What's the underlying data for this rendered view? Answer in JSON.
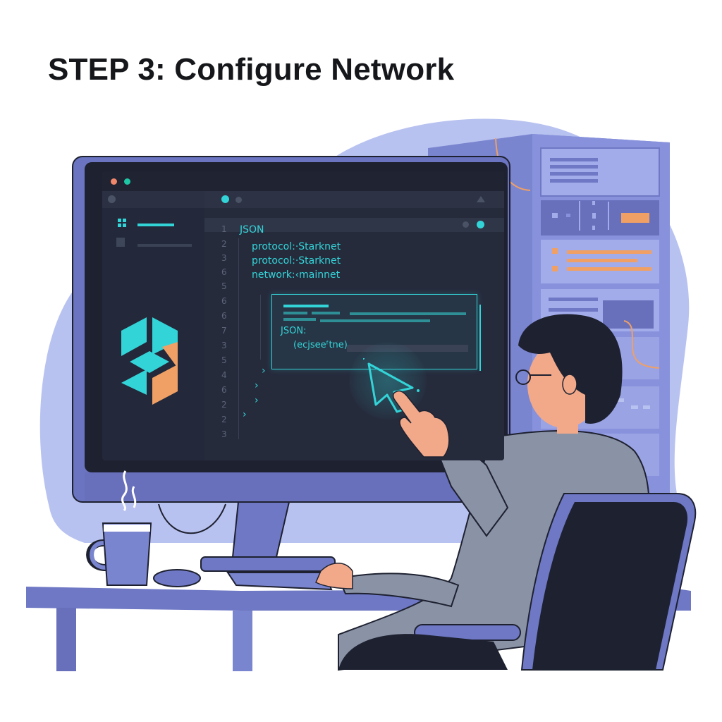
{
  "title": "STEP 3: Configure Network",
  "colors": {
    "accent_cyan": "#33d4d8",
    "accent_orange": "#f0a064",
    "indigo": "#6e78c4",
    "indigo_light": "#b8c2f0",
    "screen_bg": "#232738",
    "dark": "#1e2130"
  },
  "editor": {
    "window_dots": [
      "#f0876a",
      "#1fc6a6"
    ],
    "sidebar": {
      "items": [
        {
          "icon": "grid-icon",
          "active": true
        },
        {
          "icon": "file-icon",
          "active": false
        }
      ],
      "logo": "starknet-cube-logo-icon"
    },
    "tab_icons": [
      "active-tab-dot-icon",
      "inactive-tab-dot-icon"
    ],
    "toolbar_icons": [
      "warning-triangle-icon",
      "inactive-dot-icon",
      "active-dot-icon"
    ],
    "line_numbers": [
      "1",
      "2",
      "3",
      "6",
      "5",
      "6",
      "6",
      "7",
      "3",
      "5",
      "4",
      "6",
      "2",
      "2",
      "3"
    ],
    "code": {
      "line1": "JSON",
      "line2": "protocol:·Starknet",
      "line3": "protocol:·Starknet",
      "line4": "network:‹mainnet"
    },
    "popup": {
      "label": "JSON:",
      "value": "(ecjseeᶠtne)"
    },
    "braces": [
      "›",
      "›",
      "›",
      "›"
    ]
  },
  "scene": {
    "objects": [
      "monitor",
      "server-rack",
      "person-with-glasses",
      "office-chair",
      "desk",
      "coffee-mug",
      "mouse",
      "keyboard",
      "cursor-arrow"
    ]
  }
}
